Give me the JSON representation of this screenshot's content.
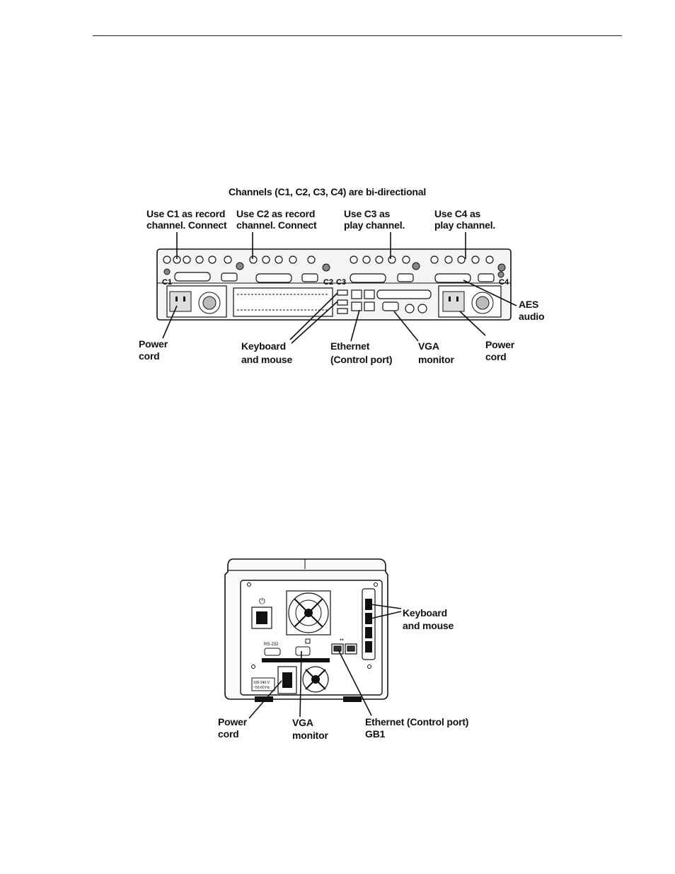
{
  "figure1": {
    "title": "Channels (C1, C2, C3, C4) are bi-directional",
    "channel_labels": {
      "c1": "C1",
      "c2": "C2",
      "c3": "C3",
      "c4": "C4"
    },
    "callouts": {
      "use_c1_line1": "Use C1 as record",
      "use_c1_line2": "channel. Connect",
      "use_c2_line1": "Use C2 as record",
      "use_c2_line2": "channel. Connect",
      "use_c3_line1": "Use C3 as",
      "use_c3_line2": "play channel.",
      "use_c4_line1": "Use C4 as",
      "use_c4_line2": "play channel.",
      "aes_line1": "AES",
      "aes_line2": "audio",
      "power_left_line1": "Power",
      "power_left_line2": "cord",
      "keyboard_line1": "Keyboard",
      "keyboard_line2": "and mouse",
      "ethernet_line1": "Ethernet",
      "ethernet_line2": "(Control port)",
      "vga_line1": "VGA",
      "vga_line2": "monitor",
      "power_right_line1": "Power",
      "power_right_line2": "cord"
    }
  },
  "figure2": {
    "panel_text": {
      "rs232": "RS-232",
      "voltage_line1": "100-240 V",
      "voltage_line2": "~50-60 Hz"
    },
    "callouts": {
      "keyboard_line1": "Keyboard",
      "keyboard_line2": "and mouse",
      "power_line1": "Power",
      "power_line2": "cord",
      "vga_line1": "VGA",
      "vga_line2": "monitor",
      "ethernet_line1": "Ethernet (Control port)",
      "ethernet_line2": "GB1"
    }
  }
}
